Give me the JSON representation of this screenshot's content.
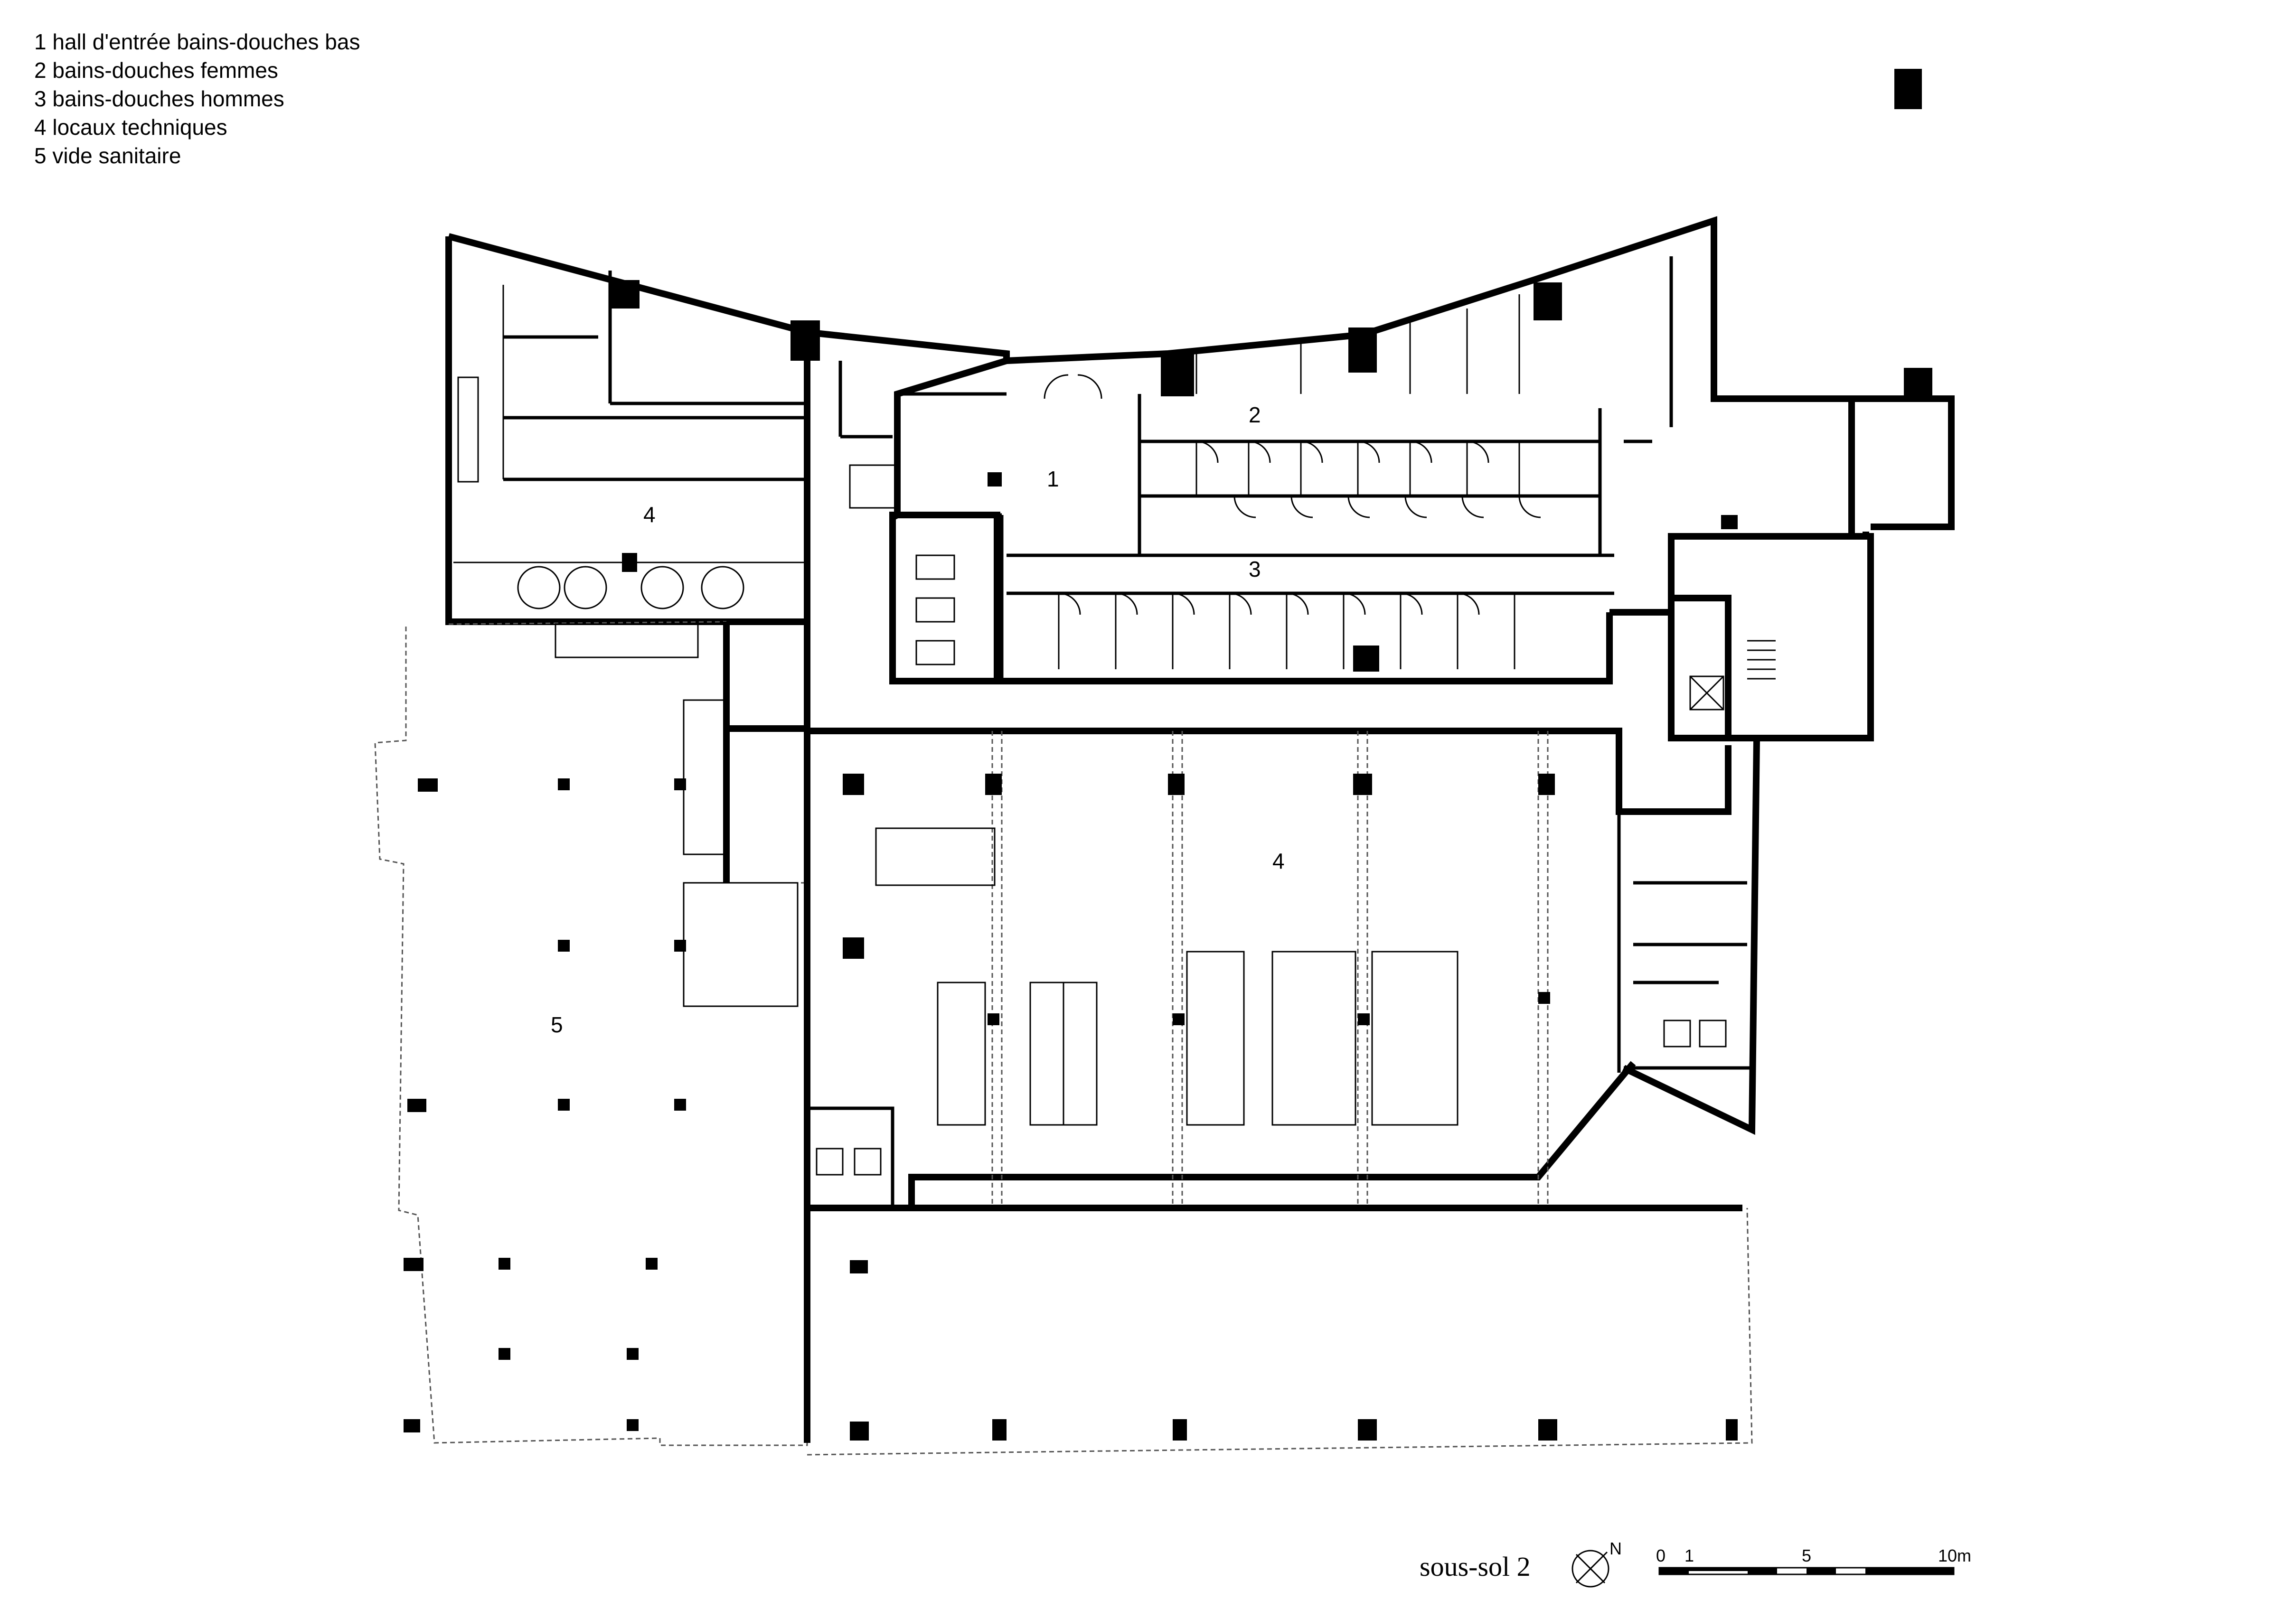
{
  "legend": [
    "1 hall d'entrée bains-douches bas",
    "2 bains-douches femmes",
    "3 bains-douches hommes",
    "4 locaux techniques",
    "5 vide sanitaire"
  ],
  "rooms": {
    "hall": "1",
    "women": "2",
    "men": "3",
    "tech_left": "4",
    "tech_main": "4",
    "void": "5"
  },
  "title": "sous-sol 2",
  "north_label": "N",
  "scale_bar": {
    "label_0": "0",
    "label_1": "1",
    "label_5": "5",
    "label_10": "10m"
  }
}
